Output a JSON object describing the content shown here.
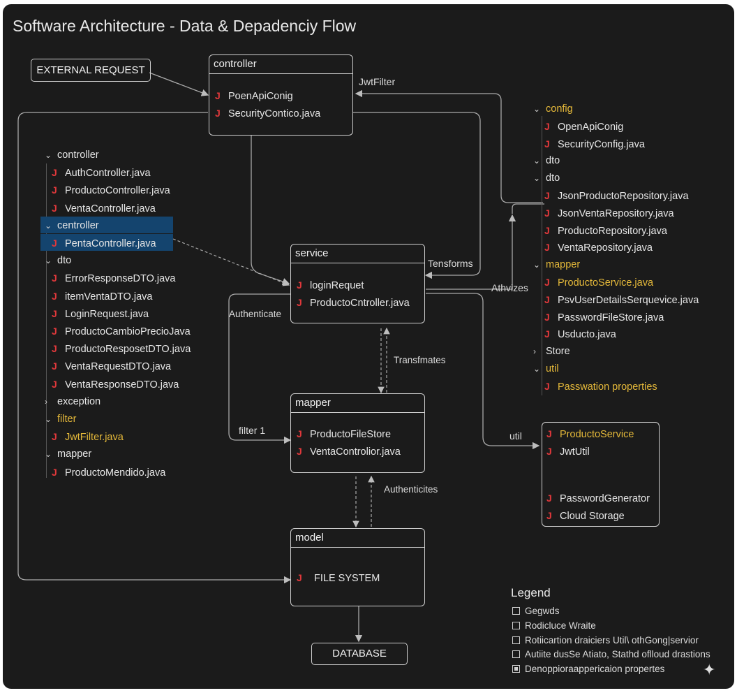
{
  "title": "Software Architecture - Data & Depadenciy Flow",
  "nodes": {
    "external_request": "EXTERNAL REQUEST",
    "database": "DATABASE",
    "controller_box": {
      "title": "controller",
      "items": [
        "PoenApiConig",
        "SecurityContico.java"
      ]
    },
    "service_box": {
      "title": "service",
      "items": [
        "loginRequet",
        "ProductoCntroller.java"
      ]
    },
    "mapper_box": {
      "title": "mapper",
      "items": [
        "ProductoFileStore",
        "VentaControlior.java"
      ]
    },
    "model_box": {
      "title": "model",
      "items": [
        "FILE SYSTEM"
      ]
    },
    "util_box": {
      "items": [
        "ProductoService",
        "JwtUtil",
        "PasswordGenerator",
        "Cloud Storage"
      ]
    }
  },
  "edge_labels": {
    "jwtfilter": "JwtFilter",
    "transforms": "Tensforms",
    "athvizes": "Athvizes",
    "authenticate": "Authenticate",
    "transfmates": "Transfmates",
    "filter1": "filter 1",
    "authenticites": "Authenticites",
    "util": "util"
  },
  "left_tree": [
    {
      "type": "folder",
      "label": "controller",
      "open": true
    },
    {
      "type": "file",
      "label": "AuthController.java"
    },
    {
      "type": "file",
      "label": "ProductoController.java"
    },
    {
      "type": "file",
      "label": "VentaController.java"
    },
    {
      "type": "folder",
      "label": "centroller",
      "open": true,
      "selected": true
    },
    {
      "type": "file",
      "label": "PentaController.java",
      "selected": true
    },
    {
      "type": "folder",
      "label": "dto",
      "open": true
    },
    {
      "type": "file",
      "label": "ErrorResponseDTO.java"
    },
    {
      "type": "file",
      "label": "itemVentaDTO.java"
    },
    {
      "type": "file",
      "label": "LoginRequest.java"
    },
    {
      "type": "file",
      "label": "ProductoCambioPrecioJava"
    },
    {
      "type": "file",
      "label": "ProductoResposetDTO.java"
    },
    {
      "type": "file",
      "label": "VentaRequestDTO.java"
    },
    {
      "type": "file",
      "label": "VentaResponseDTO.java"
    },
    {
      "type": "folder",
      "label": "exception",
      "open": false
    },
    {
      "type": "folder",
      "label": "filter",
      "open": true,
      "highlight": true
    },
    {
      "type": "file",
      "label": "JwtFilter.java",
      "highlight": true
    },
    {
      "type": "folder",
      "label": "mapper",
      "open": true
    },
    {
      "type": "file",
      "label": "ProductoMendido.java"
    }
  ],
  "right_tree": [
    {
      "type": "folder",
      "label": "config",
      "open": true,
      "highlight": true
    },
    {
      "type": "file",
      "label": "OpenApiConig"
    },
    {
      "type": "file",
      "label": "SecurityConfig.java"
    },
    {
      "type": "folder",
      "label": "dto",
      "open": true
    },
    {
      "type": "folder",
      "label": "dto",
      "open": true
    },
    {
      "type": "file",
      "label": "JsonProductoRepository.java"
    },
    {
      "type": "file",
      "label": "JsonVentaRepository.java"
    },
    {
      "type": "file",
      "label": "ProductoRepository.java"
    },
    {
      "type": "file",
      "label": "VentaRepository.java"
    },
    {
      "type": "folder",
      "label": "mapper",
      "open": true,
      "highlight": true
    },
    {
      "type": "file",
      "label": "ProductoService.java",
      "highlight": true
    },
    {
      "type": "file",
      "label": "PsvUserDetailsSerquevice.java"
    },
    {
      "type": "file",
      "label": "PasswordFileStore.java"
    },
    {
      "type": "file",
      "label": "Usducto.java"
    },
    {
      "type": "folder",
      "label": "Store",
      "open": false
    },
    {
      "type": "folder",
      "label": "util",
      "open": true,
      "highlight": true
    },
    {
      "type": "file",
      "label": "Passwation properties",
      "highlight": true
    }
  ],
  "legend": {
    "title": "Legend",
    "items": [
      {
        "label": "Gegwds",
        "checked": false
      },
      {
        "label": "Rodicluce Wraite",
        "checked": false
      },
      {
        "label": "Rotiicartion draiciers Util\\ othGong|servior",
        "checked": false
      },
      {
        "label": "Autiite dusSe Atiato, Stathd oflloud drastions",
        "checked": false
      },
      {
        "label": "Denoppioraappericaion propertes",
        "checked": true
      }
    ]
  },
  "colors": {
    "background": "#1b1b1b",
    "line": "#cfcfcf",
    "java_icon": "#e0383b",
    "highlight": "#e5b93a",
    "selection": "#14446e"
  },
  "icons": {
    "java": "J",
    "chevron_open": "⌄",
    "chevron_closed": "›",
    "sparkle": "✦"
  }
}
